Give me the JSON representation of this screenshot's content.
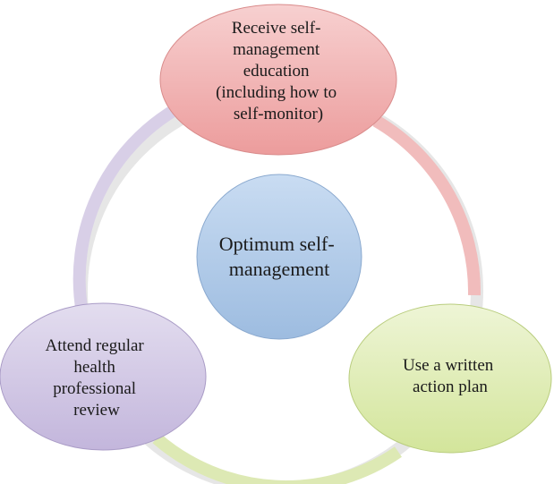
{
  "diagram": {
    "center": {
      "lines": [
        "Optimum self-",
        "management"
      ],
      "fill_top": "#c9dcf2",
      "fill_bottom": "#9dbce0",
      "stroke": "#8aa9cf"
    },
    "nodes": [
      {
        "key": "top",
        "lines": [
          "Receive self-",
          "management",
          "education",
          "(including how to",
          "self-monitor)"
        ],
        "fill_top": "#f7d0d0",
        "fill_bottom": "#ec9c9c",
        "stroke": "#d98b8b"
      },
      {
        "key": "right",
        "lines": [
          "Use a written",
          "action plan"
        ],
        "fill_top": "#eef5d6",
        "fill_bottom": "#d3e59b",
        "stroke": "#b9cd7e"
      },
      {
        "key": "left",
        "lines": [
          "Attend regular",
          "health",
          "professional",
          "review"
        ],
        "fill_top": "#e3ddef",
        "fill_bottom": "#c3b6dc",
        "stroke": "#a99bc6"
      }
    ],
    "ring_colors": {
      "top": "#f1bcbc",
      "right": "#dde9b4",
      "left": "#d8cfe7"
    }
  }
}
